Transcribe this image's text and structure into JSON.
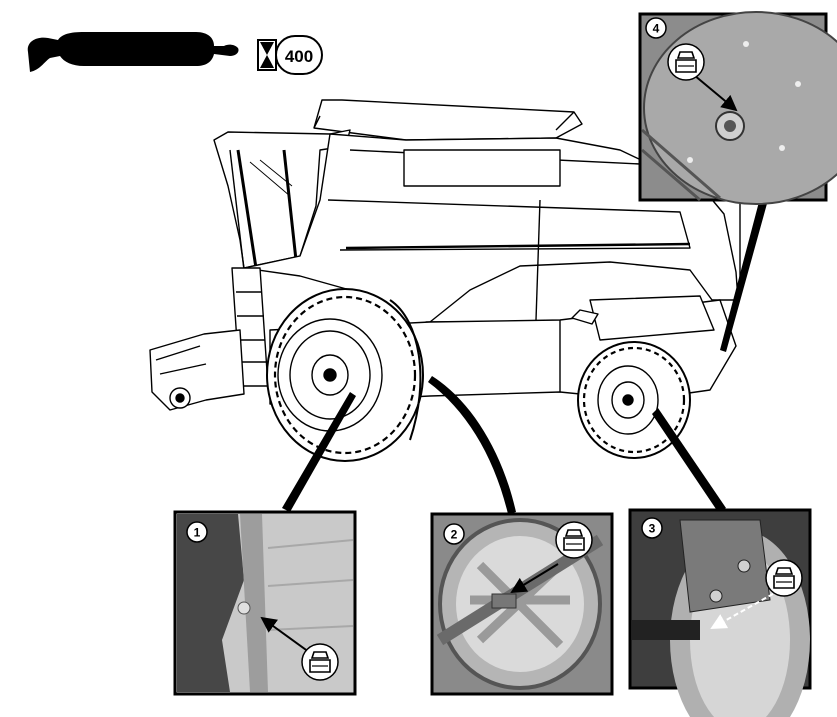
{
  "header": {
    "tool_icon": "grease-gun-icon",
    "interval_icon": "hourglass-icon",
    "interval_value": "400"
  },
  "machine": {
    "icon": "combine-harvester-illustration"
  },
  "insets": [
    {
      "number": "1",
      "icon": "grease-fitting-icon"
    },
    {
      "number": "2",
      "icon": "grease-fitting-icon"
    },
    {
      "number": "3",
      "icon": "grease-fitting-icon"
    },
    {
      "number": "4",
      "icon": "grease-fitting-icon"
    }
  ],
  "colors": {
    "line": "#000000",
    "photo_dark": "#3a3a3a",
    "photo_mid": "#7d7d7d",
    "photo_light": "#c8c8c8"
  }
}
